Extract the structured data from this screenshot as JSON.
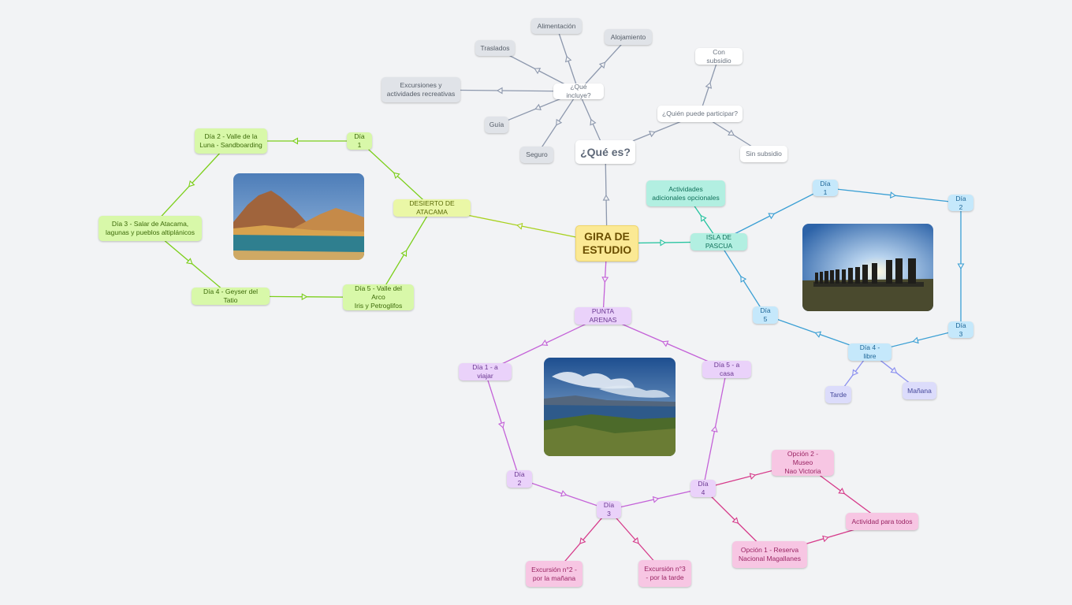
{
  "center": {
    "label": "GIRA DE\nESTUDIO"
  },
  "what_is": {
    "label": "¿Qué es?",
    "includes": {
      "label": "¿Qué incluye?",
      "items": [
        "Alimentación",
        "Alojamiento",
        "Traslados",
        "Excursiones y\nactividades recreativas",
        "Guía",
        "Seguro"
      ]
    },
    "who": {
      "label": "¿Quién puede participar?",
      "items": [
        "Con subsidio",
        "Sin subsidio"
      ]
    }
  },
  "atacama": {
    "label": "DESIERTO DE ATACAMA",
    "days": [
      "Día 1",
      "Día 2 - Valle de la\nLuna - Sandboarding",
      "Día 3 - Salar de Atacama,\nlagunas y pueblos altiplánicos",
      "Día 4 - Geyser del Tatio",
      "Día 5 - Valle del Arco\nIris y Petroglifos"
    ]
  },
  "pascua": {
    "label": "ISLA DE PASCUA",
    "optional": "Actividades\nadicionales opcionales",
    "days": [
      "Día 1",
      "Día 2",
      "Día 3",
      "Día 4 - libre",
      "Día 5"
    ],
    "free_day": [
      "Tarde",
      "Mañana"
    ]
  },
  "punta": {
    "label": "PUNTA ARENAS",
    "days": [
      "Día 1 - a viajar",
      "Día 2",
      "Día 3",
      "Día 4",
      "Día 5 - a casa"
    ],
    "day3": [
      "Excursión n°2 -\npor la mañana",
      "Excursión n°3\n- por la tarde"
    ],
    "day4": [
      "Opción 2 - Museo\nNao Victoria",
      "Opción 1 - Reserva\nNacional Magallanes",
      "Actividad para todos"
    ]
  },
  "colors": {
    "atacama": "#7ccf1a",
    "atacama_link": "#a8d11e",
    "punta": "#c462d8",
    "punta_pink": "#d63a8a",
    "pascua": "#3a9fd4",
    "pascua_teal": "#27c4a0",
    "pascua_lav": "#8a8ff0",
    "what": "#8d98ad",
    "center_bg": "#fbe994"
  }
}
